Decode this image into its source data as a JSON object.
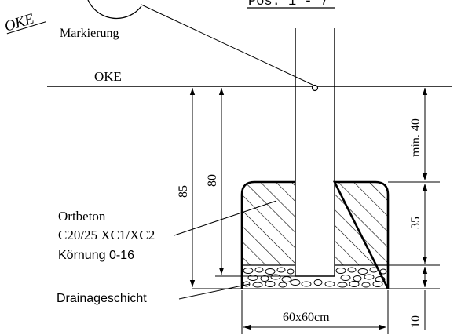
{
  "drawing": {
    "position_label": "Pos. 1 - 7",
    "oke_corner": "OKE",
    "oke_level": "OKE",
    "marker_label": "Markierung",
    "material": {
      "line1": "Ortbeton",
      "line2": "C20/25 XC1/XC2",
      "line3": "Körnung 0-16"
    },
    "drainage_label": "Drainageschicht",
    "dimensions": {
      "total_depth": "85",
      "post_depth": "80",
      "min_cover": "min. 40",
      "concrete_height": "35",
      "drainage_height": "10",
      "footing_size": "60x60cm"
    }
  }
}
